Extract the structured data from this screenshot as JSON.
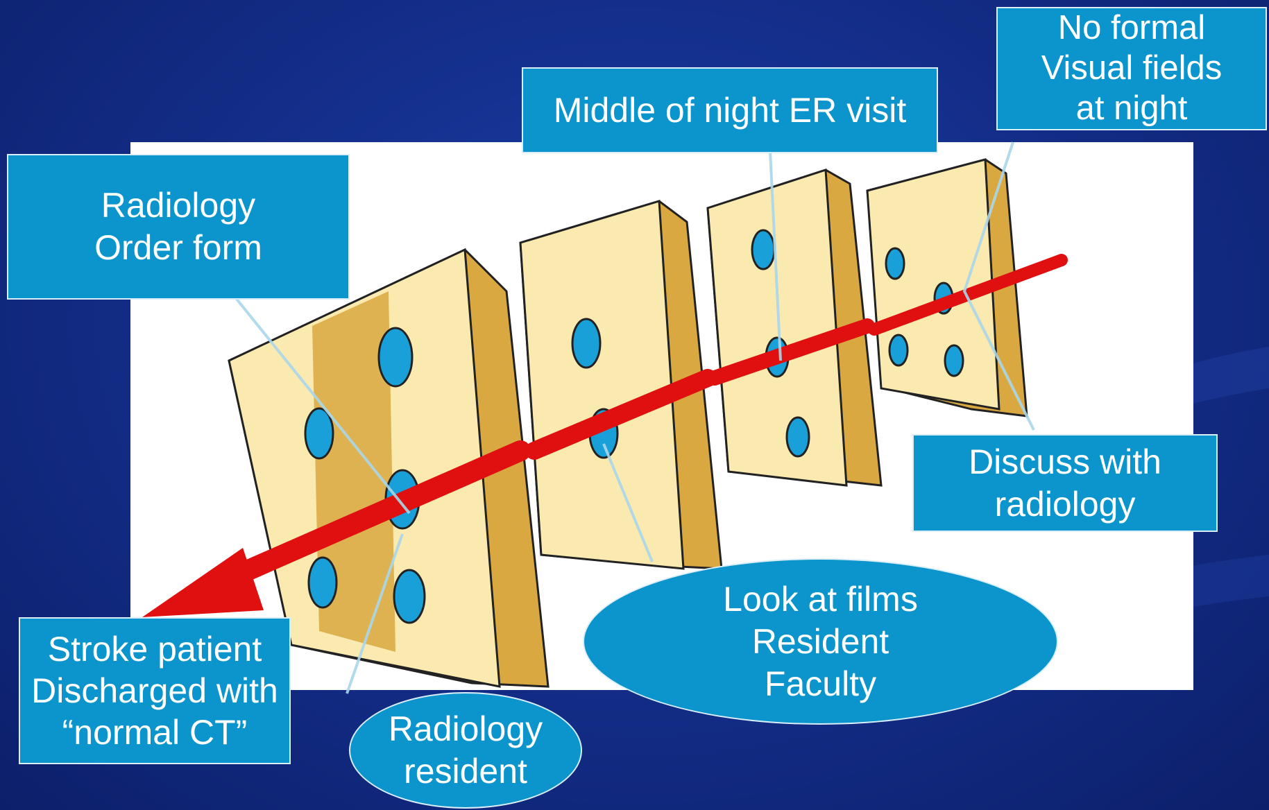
{
  "colors": {
    "background": "#142f8c",
    "label_fill": "#0c95cc",
    "label_border": "#d9eef8",
    "cheese": "#fbeab0",
    "cheese_side": "#d9a841",
    "hole": "#1aa0d8",
    "arrow": "#e01010"
  },
  "labels": {
    "order_form": {
      "line1": "Radiology",
      "line2": "Order form"
    },
    "er_visit": {
      "line1": "Middle of night ER visit"
    },
    "visual_fields": {
      "line1": "No formal",
      "line2": "Visual fields",
      "line3": "at night"
    },
    "discuss": {
      "line1": "Discuss with",
      "line2": "radiology"
    },
    "look_films": {
      "line1": "Look at films",
      "line2": "Resident",
      "line3": "Faculty"
    },
    "rad_resident": {
      "line1": "Radiology",
      "line2": "resident"
    },
    "stroke": {
      "line1": "Stroke patient",
      "line2": "Discharged with",
      "line3": "“normal CT”"
    }
  }
}
